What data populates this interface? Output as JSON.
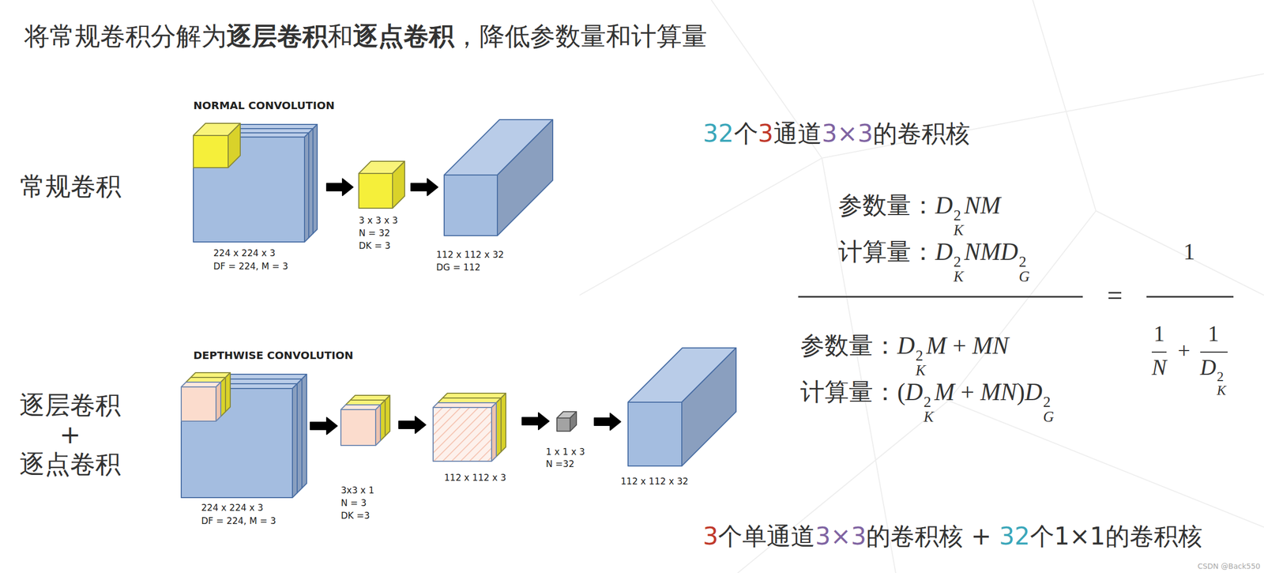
{
  "diagram": {
    "title": "将常规卷积分解为逐层卷积和逐点卷积，降低参数量和计算量",
    "labels": [
      "常规卷积",
      "逐层卷积 + 逐点卷积",
      "NORMAL CONVOLUTION",
      "224 x 224 x 3",
      "DF = 224, M = 3",
      "3 x 3 x 3",
      "N = 32",
      "DK = 3",
      "112 x 112 x 32",
      "DG = 112",
      "DEPTHWISE CONVOLUTION",
      "224 x 224 x 3",
      "DF = 224, M = 3",
      "3x3 x 1",
      "N = 3",
      "DK =3",
      "112 x 112 x 3",
      "1 x 1 x 3",
      "N =32",
      "112 x 112 x 32",
      "32个3通道3×3的卷积核",
      "参数量：DK2NM",
      "计算量：DK2NMDG2",
      "参数量：DK2M + MN",
      "计算量：(DK2M + MN)DG2",
      "=",
      "1",
      "1",
      "N",
      "+",
      "1",
      "DK2",
      "3个单通道3×3的卷积核 + 32个1×1的卷积核",
      "CSDN @Back550"
    ]
  }
}
